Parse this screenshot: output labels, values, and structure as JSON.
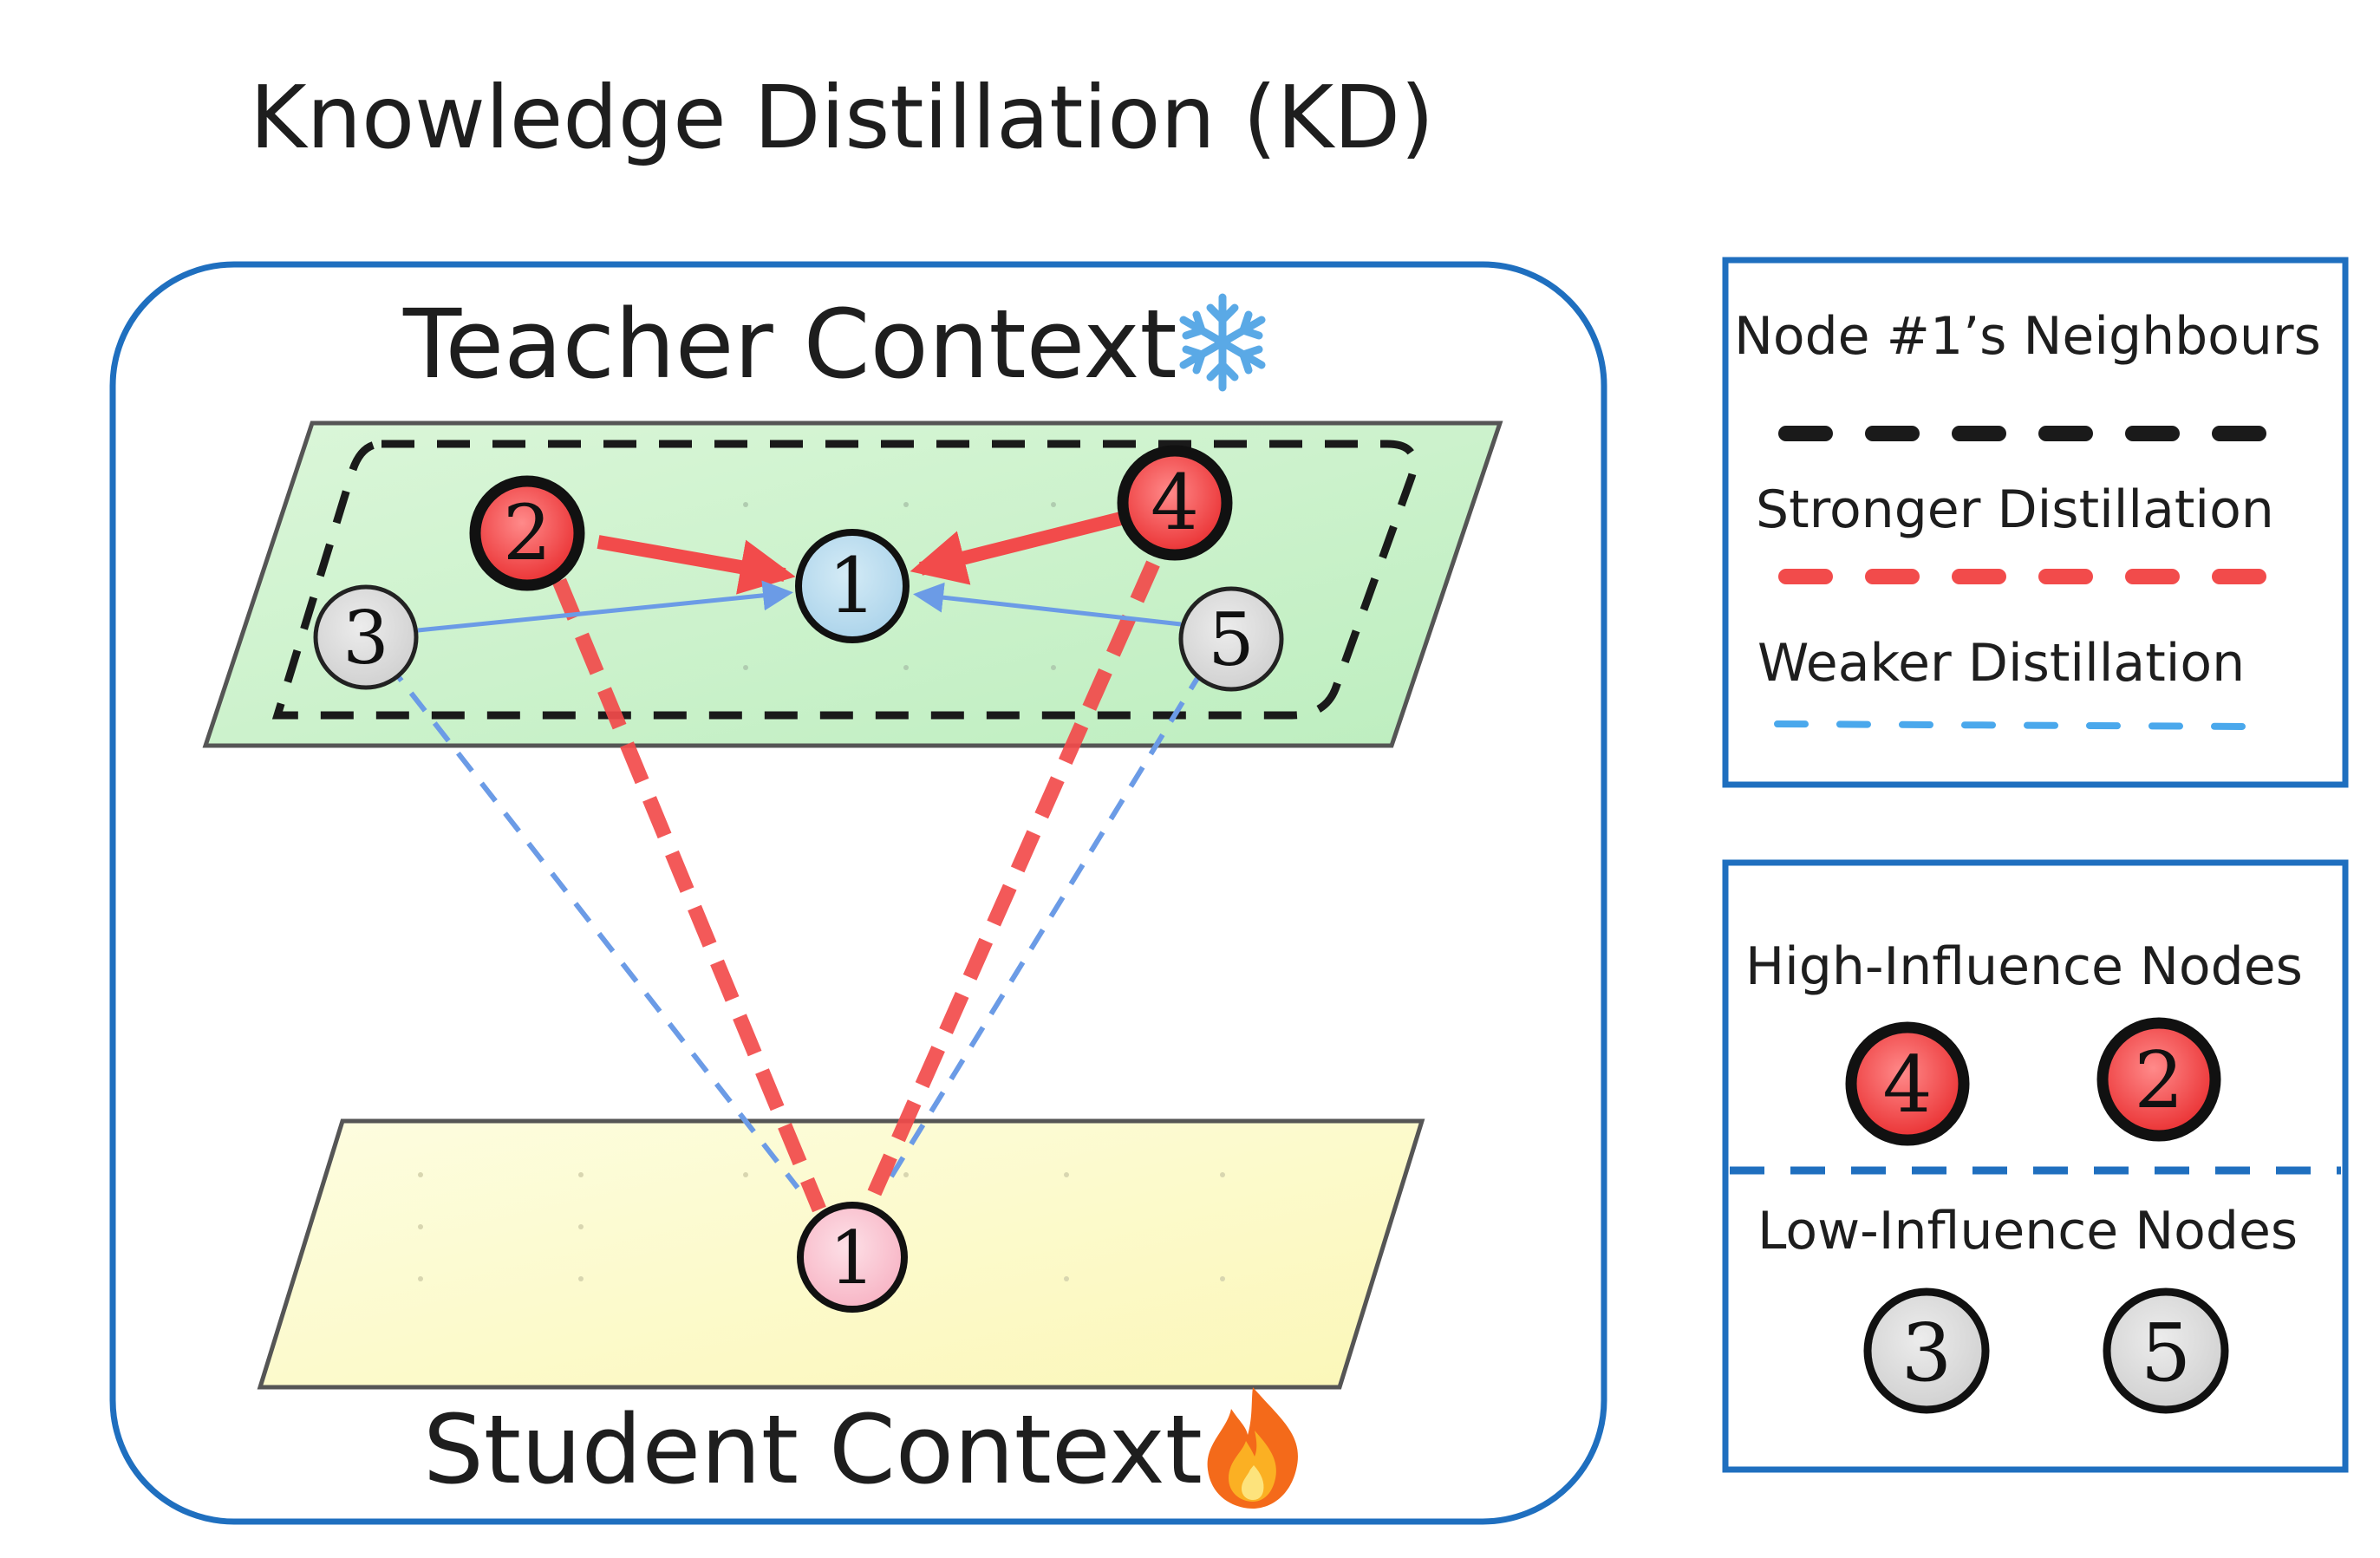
{
  "title": "Knowledge Distillation (KD)",
  "teacher_label": "Teacher Context",
  "student_label": "Student Context",
  "teacher_icon": "snowflake-icon",
  "student_icon": "fire-icon",
  "teacher_nodes": [
    {
      "id": "1",
      "kind": "target"
    },
    {
      "id": "2",
      "kind": "high"
    },
    {
      "id": "3",
      "kind": "low"
    },
    {
      "id": "4",
      "kind": "high"
    },
    {
      "id": "5",
      "kind": "low"
    }
  ],
  "student_node": "1",
  "legend_edges": {
    "neighbours": "Node #1’s Neighbours",
    "stronger": "Stronger Distillation",
    "weaker": "Weaker Distillation"
  },
  "legend_nodes": {
    "high_label": "High-Influence Nodes",
    "high_nodes": [
      "4",
      "2"
    ],
    "low_label": "Low-Influence Nodes",
    "low_nodes": [
      "3",
      "5"
    ]
  },
  "colors": {
    "frame_blue": "#1f6fbf",
    "teacher_plane": "#c8f0c8",
    "student_plane": "#fdfcc8",
    "strong_red": "#f24b4b",
    "weak_blue": "#6b9be6",
    "legend_weak_blue": "#4aa8ec",
    "target_node": "#b9dcee",
    "student_node_fill": "#fbc4d0",
    "low_node": "#d9d9d9"
  }
}
